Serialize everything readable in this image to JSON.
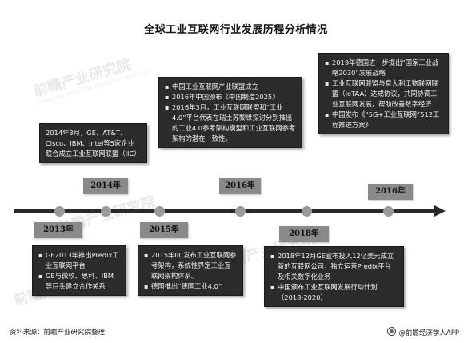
{
  "title": "全球工业互联网行业发展历程分析情况",
  "watermark": {
    "text": "前瞻产业研究院",
    "subtext": "QIANZHAN INDUSTRY RESEARCH INSTITUTE"
  },
  "timeline": {
    "years": [
      "2013年",
      "2014年",
      "2015年",
      "2016年",
      "2018年",
      "2016年"
    ],
    "events": {
      "e2014": [
        "2014年3月，GE、AT&T、Cisco、IBM、Intel等5家企业联合成立工业互联网联盟（IIC）"
      ],
      "e2016a": [
        "中国工业互联网产业联盟成立",
        "2016年中国颁布《中国制造2025》",
        "2016年3月，工业互联网联盟和“工业4.0”平台代表在瑞士苏黎世探讨分别推出的工业4.0参考架构模型和工业互联网参考架构的潜在一致性。"
      ],
      "e2016b": [
        "2019年德国进一步提出“国家工业战略2030”发展战略",
        "工业互联网联盟与意大利工物联网联盟（IoTAA）达成协议，共同协调工业互联网发展，帮助改善数字经济",
        "中国发布《“5G+工业互联网”512工程推进方案》"
      ],
      "e2013": [
        "GE2013年推出Predix工业互联网平台",
        "GE与微软、思科、IBM等巨头建立合作关系"
      ],
      "e2015": [
        "2015年IIC发布工业互联网参考架构，系统性界定工业互联网架构体系。",
        "德国推出“德国工业4.0”"
      ],
      "e2018": [
        "2018年12月GE宣布投入12亿美元成立新的互联网公司，独立运营Predix平台及相关数字化业务",
        "中国颁布工业互联网发展行动计划（2018-2020）"
      ]
    }
  },
  "footer": {
    "source": "资料来源：前瞻产业研究院整理",
    "brand": "@前瞻经济学人APP"
  }
}
